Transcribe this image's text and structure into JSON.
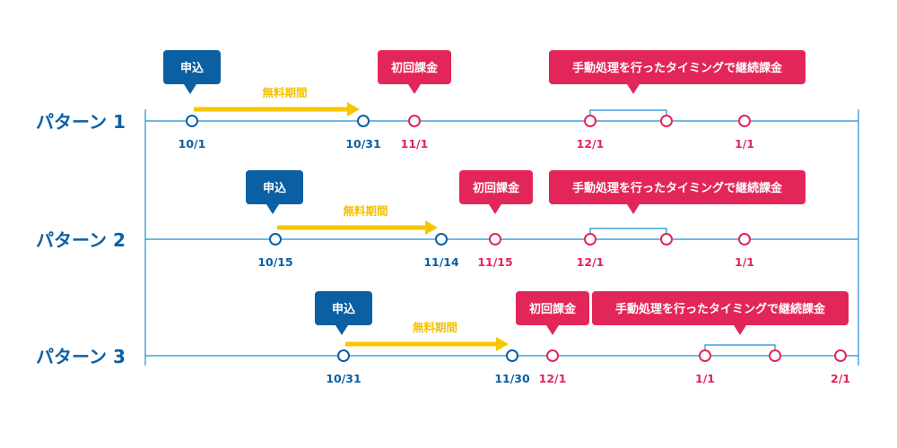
{
  "colors": {
    "blue": "#0b5fa3",
    "line": "#1e8ed6",
    "pink": "#e3265a",
    "yellow": "#f7c600",
    "white": "#ffffff"
  },
  "rows": [
    {
      "label": "パターン 1",
      "apply_label": "申込",
      "free_label": "無料期間",
      "first_charge_label": "初回課金",
      "manual_label": "手動処理を行ったタイミングで継続課金",
      "dates": {
        "apply": "10/1",
        "free_end": "10/31",
        "first_charge": "11/1",
        "second": "12/1",
        "third": "1/1"
      }
    },
    {
      "label": "パターン 2",
      "apply_label": "申込",
      "free_label": "無料期間",
      "first_charge_label": "初回課金",
      "manual_label": "手動処理を行ったタイミングで継続課金",
      "dates": {
        "apply": "10/15",
        "free_end": "11/14",
        "first_charge": "11/15",
        "second": "12/1",
        "third": "1/1"
      }
    },
    {
      "label": "パターン 3",
      "apply_label": "申込",
      "free_label": "無料期間",
      "first_charge_label": "初回課金",
      "manual_label": "手動処理を行ったタイミングで継続課金",
      "dates": {
        "apply": "10/31",
        "free_end": "11/30",
        "first_charge": "12/1",
        "second": "1/1",
        "third": "2/1"
      }
    }
  ]
}
